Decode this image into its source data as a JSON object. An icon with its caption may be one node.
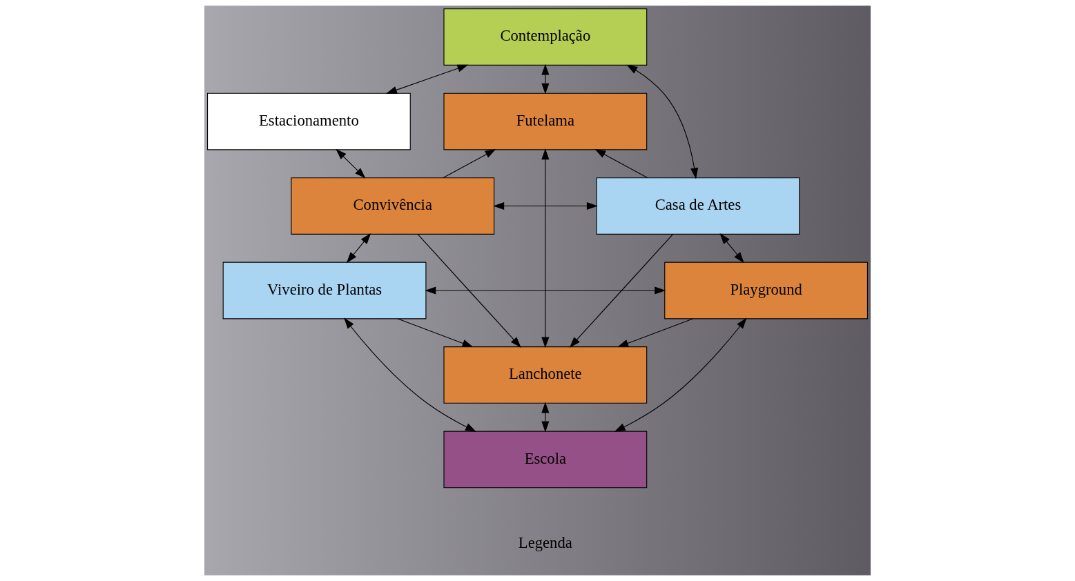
{
  "diagram": {
    "nodes": [
      {
        "text": [
          "Contemplação"
        ]
      },
      {
        "text": [
          "Estacionamento"
        ]
      },
      {
        "text": [
          "Futelama"
        ]
      },
      {
        "text": [
          "Casa de Artes"
        ]
      },
      {
        "text": [
          "Convivência"
        ]
      },
      {
        "text": [
          "Lanchonete"
        ]
      },
      {
        "text": [
          "Viveiro de Plantas"
        ]
      },
      {
        "text": [
          "Playground"
        ]
      },
      {
        "text": [
          "Escola"
        ]
      }
    ],
    "edges": [
      {
        "from": 0,
        "to": 1,
        "arrow": "both"
      },
      {
        "from": 0,
        "to": 3,
        "arrow": "both"
      },
      {
        "from": 0,
        "to": 2,
        "arrow": "both"
      },
      {
        "from": 1,
        "to": 4,
        "arrow": "both"
      },
      {
        "from": 4,
        "to": 2,
        "arrow": "to"
      },
      {
        "from": 3,
        "to": 2,
        "arrow": "to"
      },
      {
        "from": 4,
        "to": 3,
        "arrow": "both"
      },
      {
        "from": 2,
        "to": 5,
        "arrow": "both"
      },
      {
        "from": 4,
        "to": 5,
        "arrow": "to"
      },
      {
        "from": 3,
        "to": 5,
        "arrow": "to"
      },
      {
        "from": 4,
        "to": 6,
        "arrow": "both"
      },
      {
        "from": 3,
        "to": 7,
        "arrow": "both"
      },
      {
        "from": 6,
        "to": 5,
        "arrow": "to"
      },
      {
        "from": 7,
        "to": 5,
        "arrow": "to"
      },
      {
        "from": 6,
        "to": 7,
        "arrow": "both"
      },
      {
        "from": 5,
        "to": 8,
        "arrow": "both"
      },
      {
        "from": 6,
        "to": 8,
        "arrow": "both"
      },
      {
        "from": 7,
        "to": 8,
        "arrow": "both"
      }
    ],
    "labels": [
      "Legenda"
    ]
  }
}
